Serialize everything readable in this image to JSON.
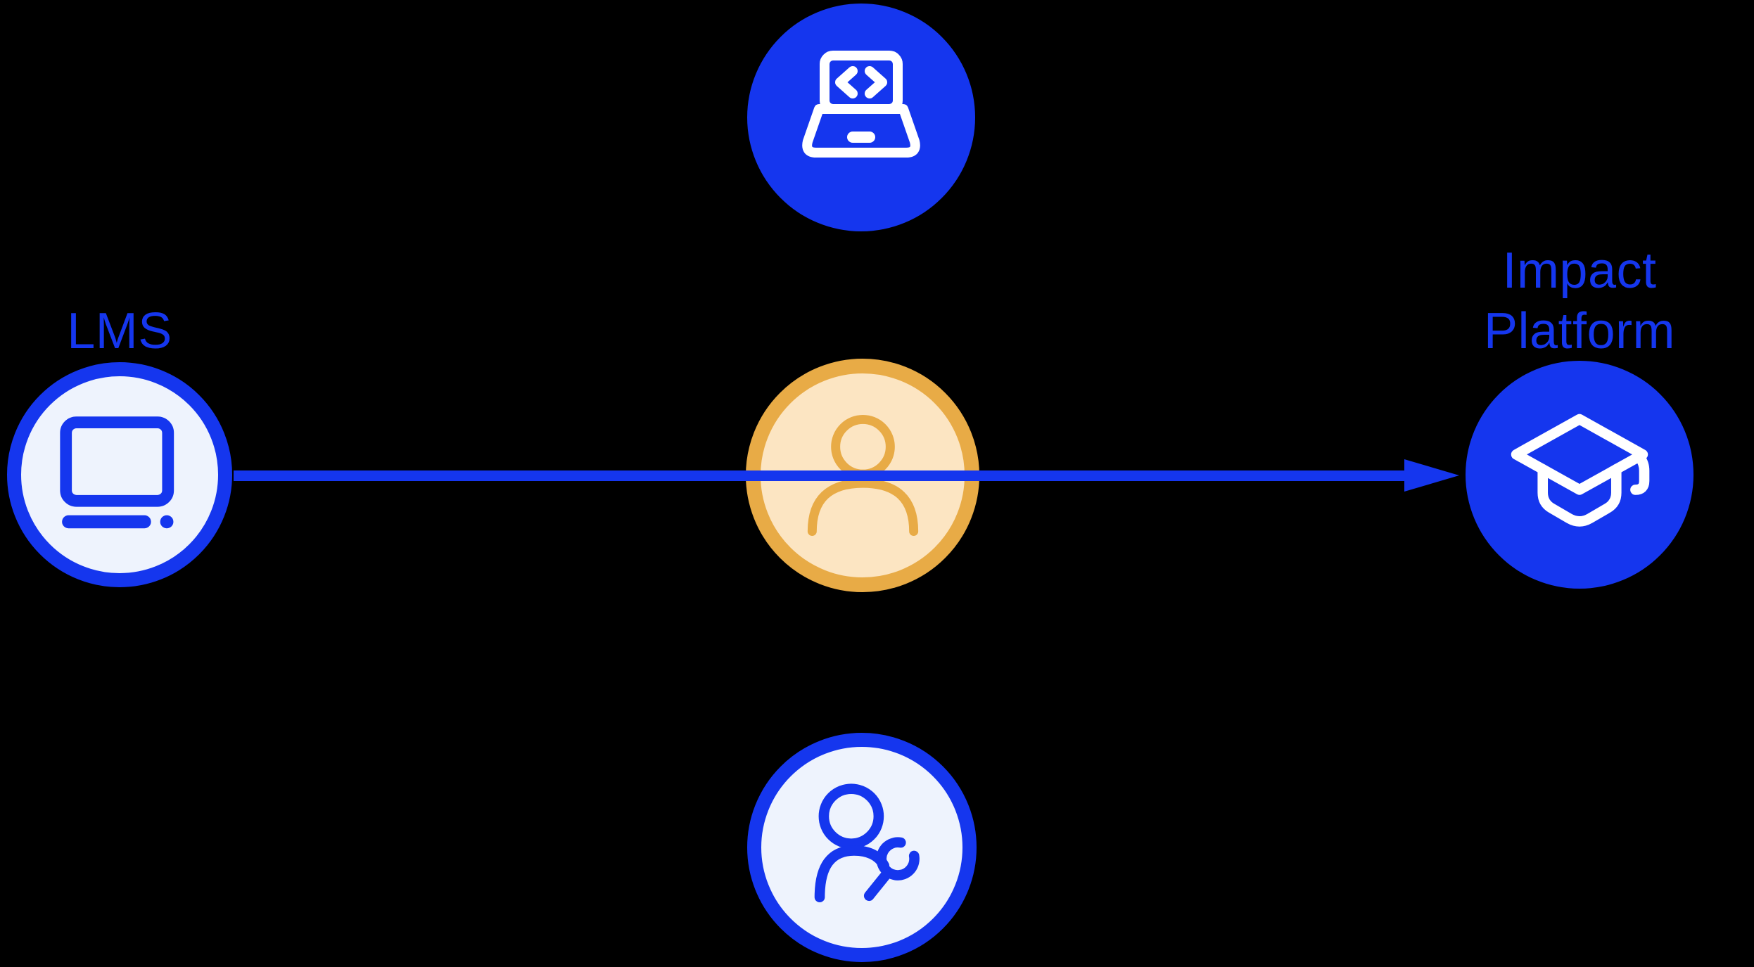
{
  "colors": {
    "background": "#000000",
    "accent_blue": "#1536ee",
    "node_light_fill": "#eef3fd",
    "amber_border": "#e8ab46",
    "amber_fill": "#fce5c2",
    "icon_white": "#ffffff"
  },
  "nodes": {
    "developer": {
      "icon": "code-laptop-icon"
    },
    "lms": {
      "label": "LMS",
      "icon": "desktop-computer-icon"
    },
    "user": {
      "icon": "person-icon"
    },
    "impact_platform": {
      "label_line1": "Impact",
      "label_line2": "Platform",
      "icon": "graduation-cap-icon"
    },
    "admin": {
      "icon": "person-wrench-icon"
    }
  },
  "connector": {
    "type": "arrow",
    "from": "LMS",
    "to": "Impact Platform"
  }
}
